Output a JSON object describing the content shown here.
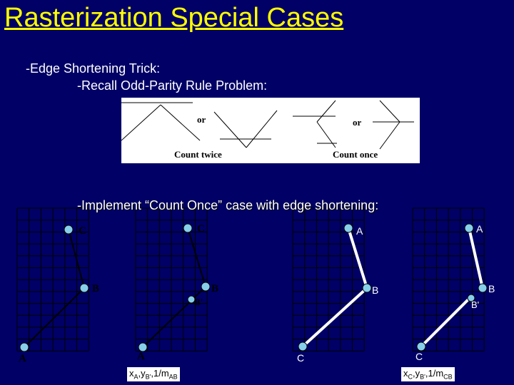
{
  "slide": {
    "title": "Rasterization Special Cases",
    "bullet1": "-Edge Shortening Trick:",
    "bullet2": "-Recall Odd-Parity Rule Problem:",
    "bullet3": "-Implement “Count Once” case with edge shortening:"
  },
  "odd_parity_panel": {
    "or_left": "or",
    "or_right": "or",
    "caption_left": "Count twice",
    "caption_right": "Count once"
  },
  "grids": [
    {
      "labels": {
        "C": "C",
        "B": "B",
        "A": "A"
      }
    },
    {
      "labels": {
        "C": "C",
        "B": "B",
        "Bp": "B'",
        "A": "A"
      }
    },
    {
      "labels": {
        "A": "A",
        "B": "B",
        "C": "C"
      }
    },
    {
      "labels": {
        "A": "A",
        "B": "B",
        "Bp": "B'",
        "C": "C"
      }
    }
  ],
  "captions": {
    "left": {
      "x": "x",
      "a": "A",
      "sep1": ",y",
      "b": "B'",
      "sep2": ",1/m",
      "ab": "AB"
    },
    "right": {
      "x": "x",
      "c": "C",
      "sep1": ",y",
      "b": "B'",
      "sep2": ",1/m",
      "cb": "CB"
    }
  },
  "colors": {
    "background": "#000066",
    "title": "#ffff00",
    "text": "#ffffff",
    "point": "#87ceeb"
  }
}
